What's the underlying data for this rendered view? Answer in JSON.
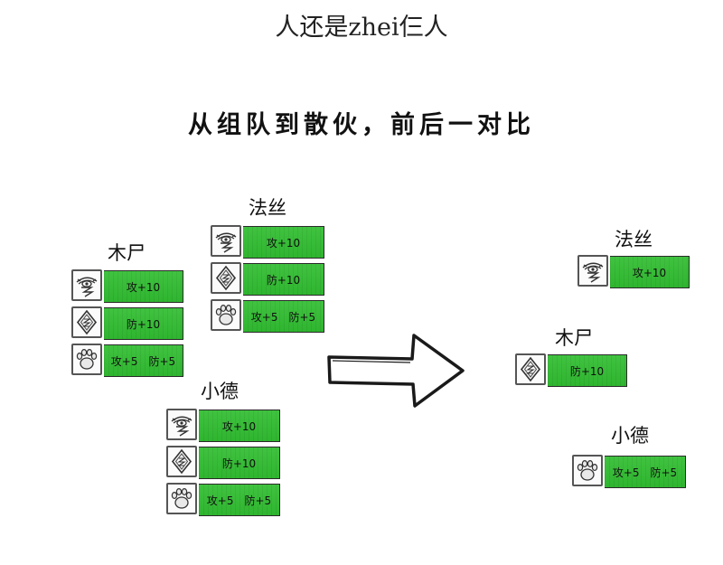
{
  "title": "人还是zhei仨人",
  "subtitle": "从组队到散伙，前后一对比",
  "before": {
    "mushi": {
      "name": "木尸",
      "rows": [
        {
          "icon": "mage-eye-icon",
          "text": "攻+10"
        },
        {
          "icon": "rune-diamond-icon",
          "text": "防+10"
        },
        {
          "icon": "paw-icon",
          "text": "攻+5",
          "text2": "防+5"
        }
      ]
    },
    "fasi": {
      "name": "法丝",
      "rows": [
        {
          "icon": "mage-eye-icon",
          "text": "攻+10"
        },
        {
          "icon": "rune-diamond-icon",
          "text": "防+10"
        },
        {
          "icon": "paw-icon",
          "text": "攻+5",
          "text2": "防+5"
        }
      ]
    },
    "xiaode": {
      "name": "小德",
      "rows": [
        {
          "icon": "mage-eye-icon",
          "text": "攻+10"
        },
        {
          "icon": "rune-diamond-icon",
          "text": "防+10"
        },
        {
          "icon": "paw-icon",
          "text": "攻+5",
          "text2": "防+5"
        }
      ]
    }
  },
  "after": {
    "fasi": {
      "name": "法丝",
      "icon": "mage-eye-icon",
      "text": "攻+10"
    },
    "mushi": {
      "name": "木尸",
      "icon": "rune-diamond-icon",
      "text": "防+10"
    },
    "xiaode": {
      "name": "小德",
      "icon": "paw-icon",
      "text": "攻+5",
      "text2": "防+5"
    }
  },
  "colors": {
    "bar": "#33b833",
    "border": "#2a2a2a"
  }
}
